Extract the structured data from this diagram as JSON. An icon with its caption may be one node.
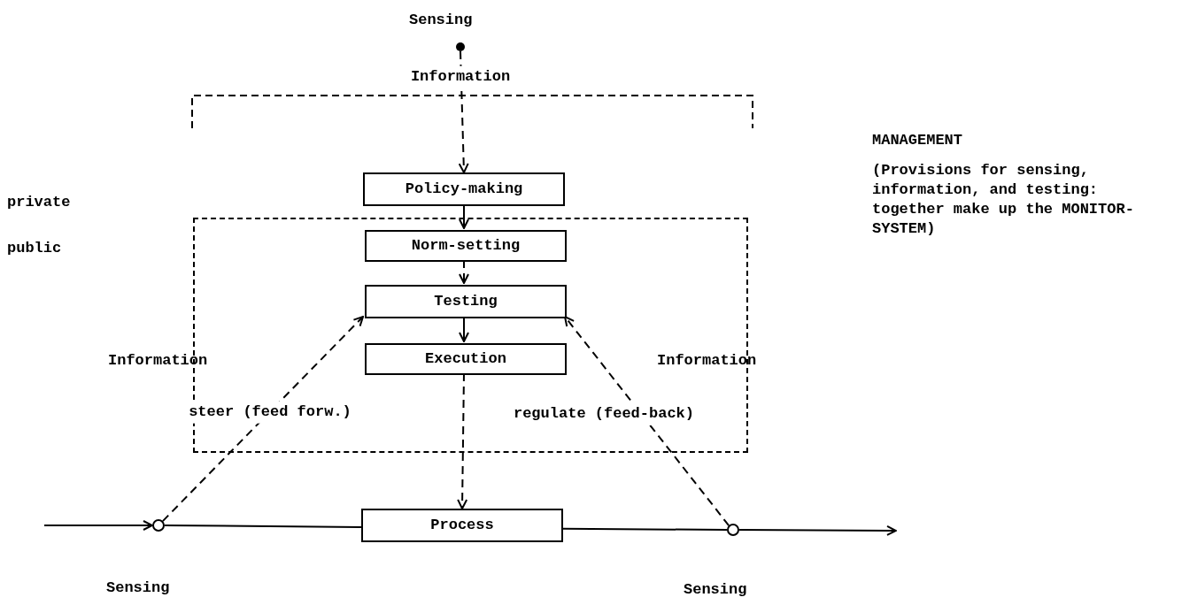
{
  "diagram": {
    "nodes": [
      {
        "text": [],
        "shape": "circle",
        "beside": [
          "Sensing"
        ]
      },
      {
        "text": [
          "Policy-making"
        ]
      },
      {
        "text": [],
        "shape": "box"
      },
      {
        "text": [
          "Norm-setting"
        ],
        "in": 2
      },
      {
        "text": [
          "Testing"
        ],
        "in": 2
      },
      {
        "text": [
          "Execution"
        ],
        "in": 2
      },
      {
        "text": [
          "Process"
        ]
      },
      {
        "text": [],
        "shape": "circle",
        "beside": [
          "Sensing"
        ]
      },
      {
        "text": [],
        "shape": "circle",
        "beside": [
          "Sensing"
        ]
      }
    ],
    "edges": [
      {
        "from": 0,
        "to": 1,
        "arrow": "to",
        "style": "dashed",
        "label": "Information"
      },
      {
        "from": 1,
        "to": 3,
        "arrow": "to"
      },
      {
        "from": 3,
        "to": 4,
        "arrow": "to",
        "style": "dashed"
      },
      {
        "from": 4,
        "to": 5,
        "arrow": "to"
      },
      {
        "from": 5,
        "to": 6,
        "arrow": "to",
        "style": "dashed"
      },
      {
        "from": 7,
        "to": 4,
        "arrow": "to",
        "style": "dashed",
        "label": "steer (feed forw.)"
      },
      {
        "from": 8,
        "to": 4,
        "arrow": "to",
        "style": "dashed",
        "label": "regulate (feed-back)"
      },
      {
        "from": null,
        "to": 7,
        "arrow": "to"
      },
      {
        "from": 7,
        "to": 6,
        "arrow": "none"
      },
      {
        "from": 6,
        "to": 8,
        "arrow": "none"
      },
      {
        "from": 8,
        "to": null,
        "arrow": "to"
      }
    ],
    "labels": [
      "private",
      "public",
      "Information",
      "Information",
      "MANAGEMENT",
      "(Provisions for sensing, information, and testing: together make up the MONITOR-SYSTEM)"
    ]
  }
}
